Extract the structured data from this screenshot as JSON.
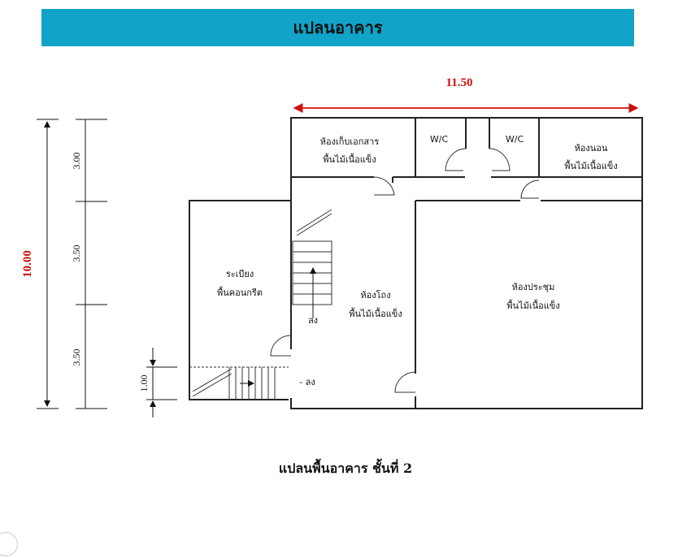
{
  "title": "แปลนอาคาร",
  "caption": "แปลนพื้นอาคาร ชั้นที่ 2",
  "colors": {
    "banner": "#11a3c8",
    "dimension_highlight": "#d01010"
  },
  "dimensions": {
    "width": "11.50",
    "depth": "10.00",
    "segments": [
      "3.00",
      "3.50",
      "3.50"
    ],
    "stair_landing": "1.00"
  },
  "rooms": {
    "archive": {
      "name": "ห้องเก็บเอกสาร",
      "floor": "พื้นไม้เนื้อแข็ง"
    },
    "wc1": {
      "name": "W/C"
    },
    "wc2": {
      "name": "W/C"
    },
    "bedroom": {
      "name": "ห้องนอน",
      "floor": "พื้นไม้เนื้อแข็ง"
    },
    "balcony": {
      "name": "ระเบียง",
      "floor": "พื้นคอนกรีต"
    },
    "hall": {
      "name": "ห้องโถง",
      "floor": "พื้นไม้เนื้อแข็ง"
    },
    "meeting": {
      "name": "ห้องประชุม",
      "floor": "พื้นไม้เนื้อแข็ง"
    }
  },
  "stairs": {
    "down1": "ลง",
    "down2": "- ลง"
  }
}
